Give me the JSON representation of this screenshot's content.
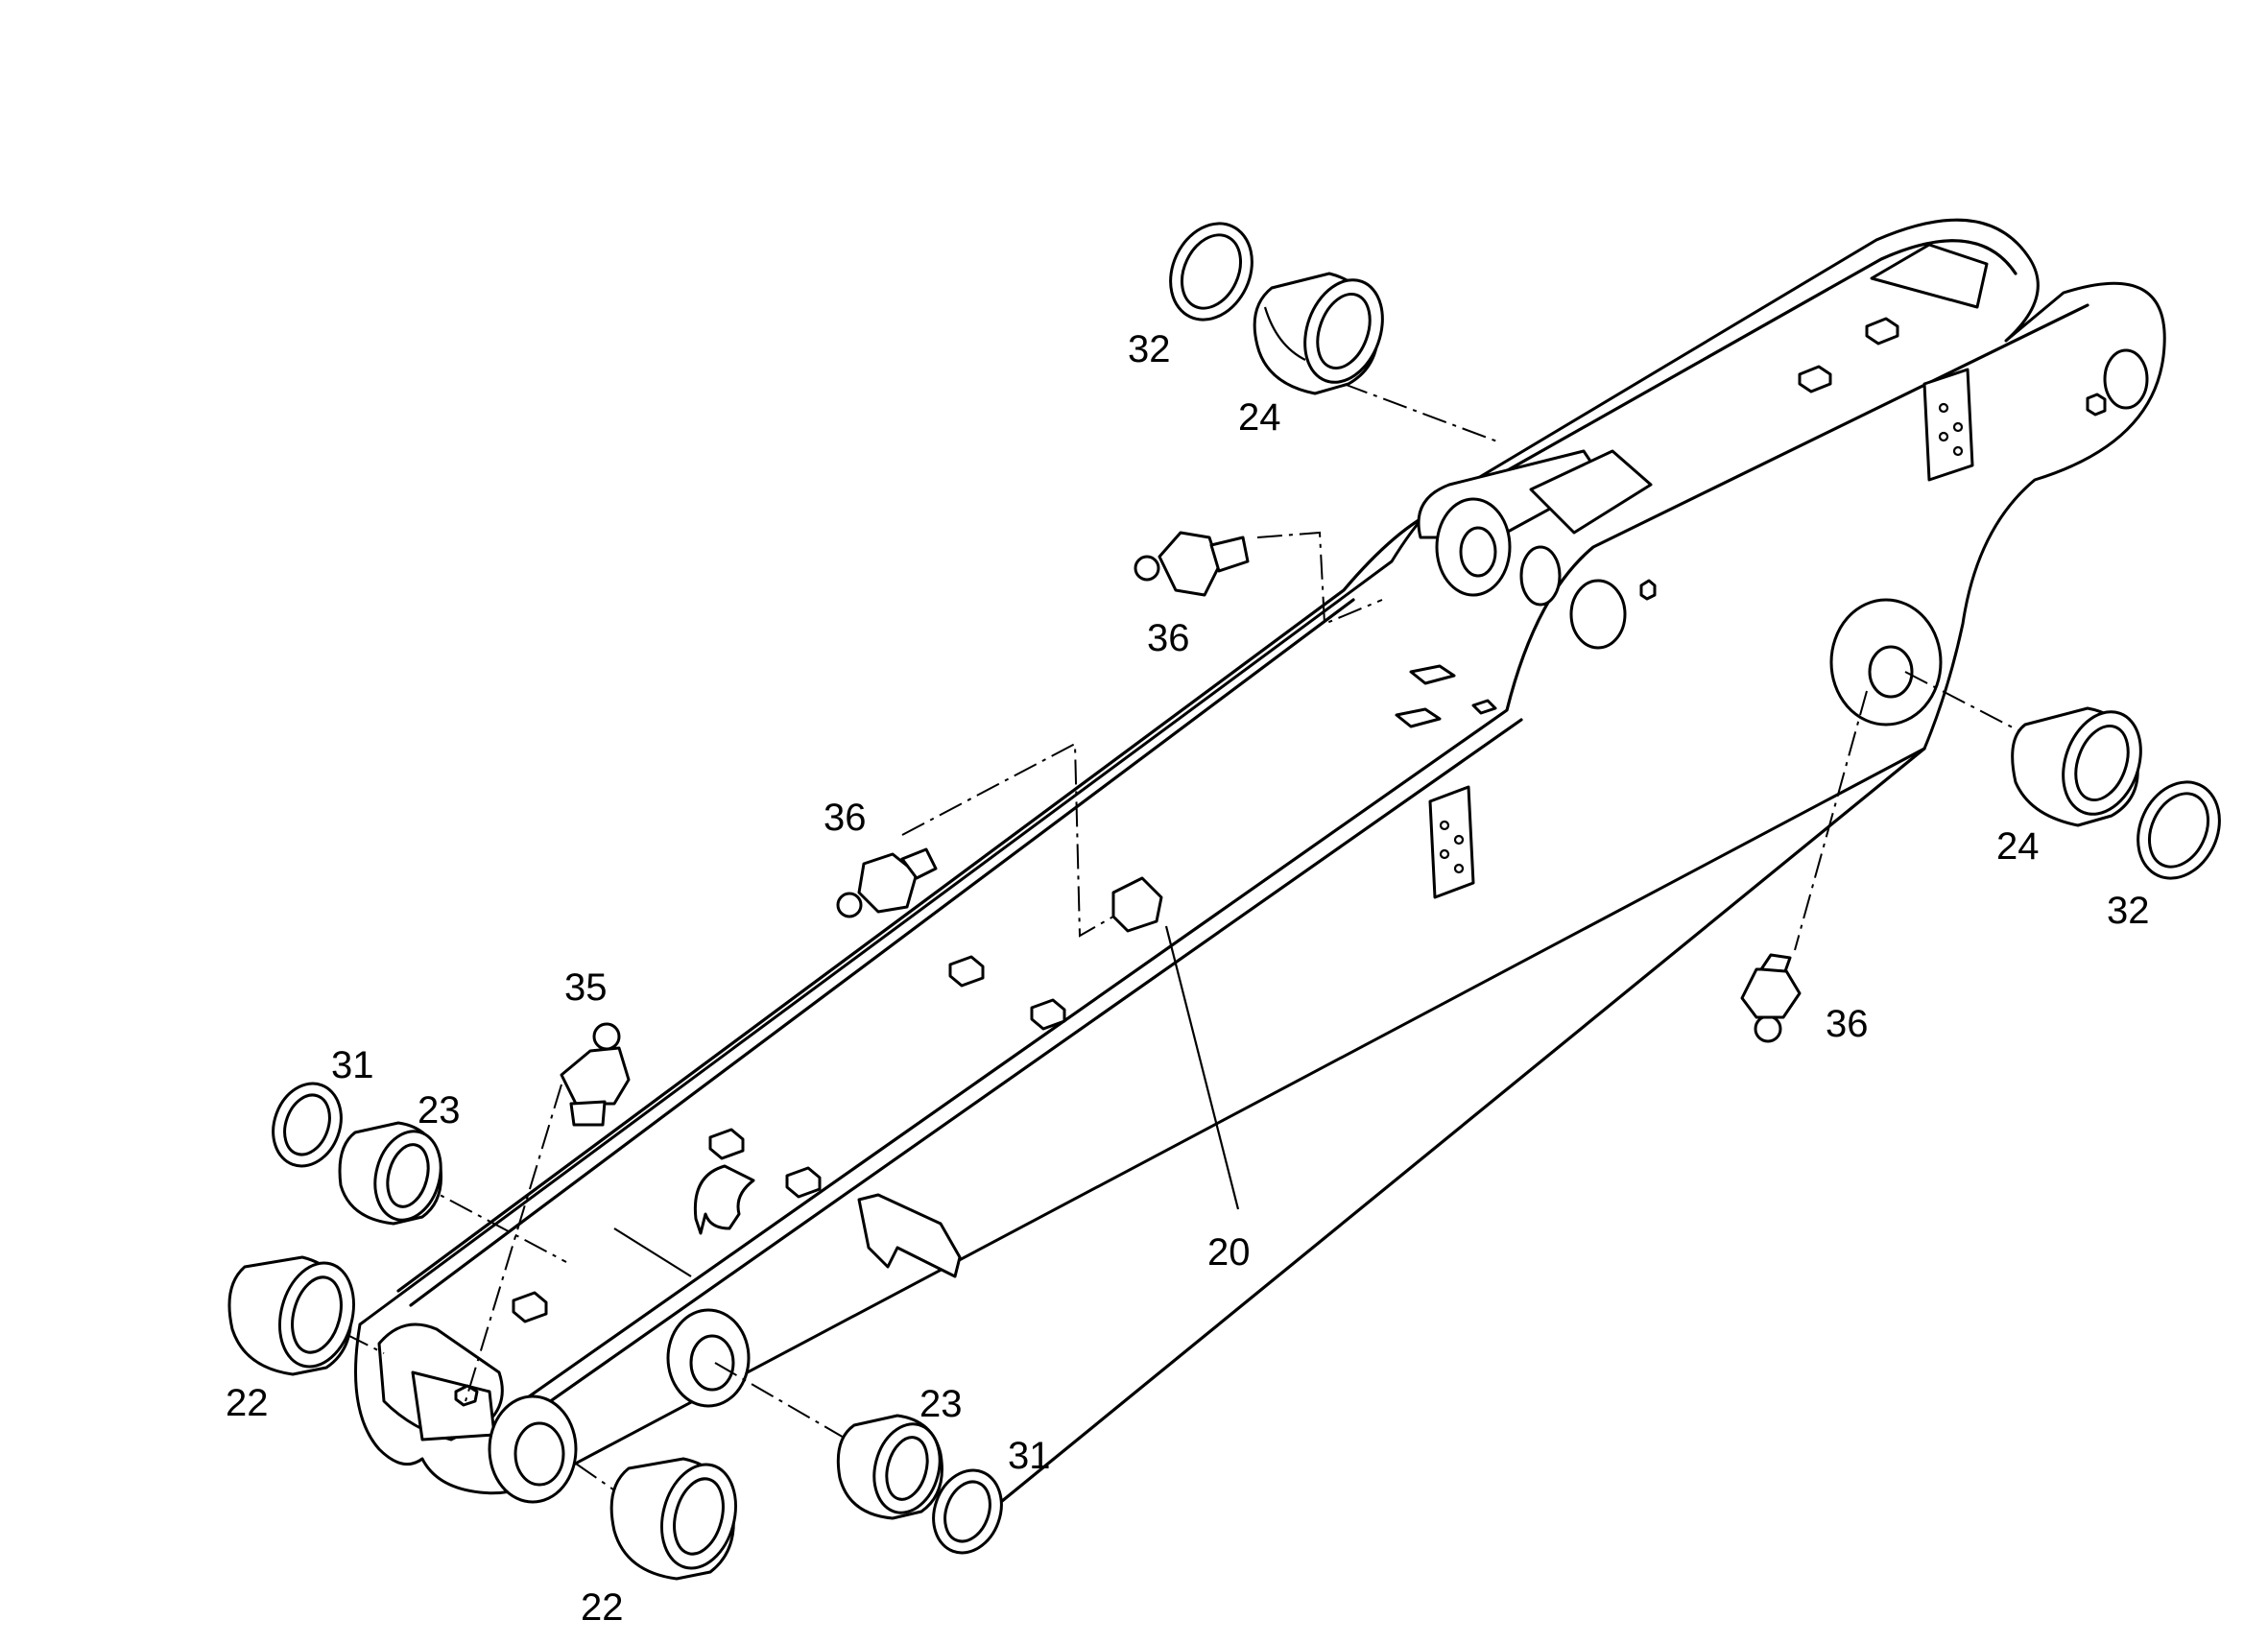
{
  "callouts": {
    "c20": "20",
    "c22a": "22",
    "c22b": "22",
    "c23a": "23",
    "c23b": "23",
    "c24a": "24",
    "c24b": "24",
    "c31a": "31",
    "c31b": "31",
    "c32a": "32",
    "c32b": "32",
    "c35": "35",
    "c36a": "36",
    "c36b": "36",
    "c36c": "36"
  },
  "colors": {
    "line": "#000000",
    "background": "#ffffff"
  }
}
